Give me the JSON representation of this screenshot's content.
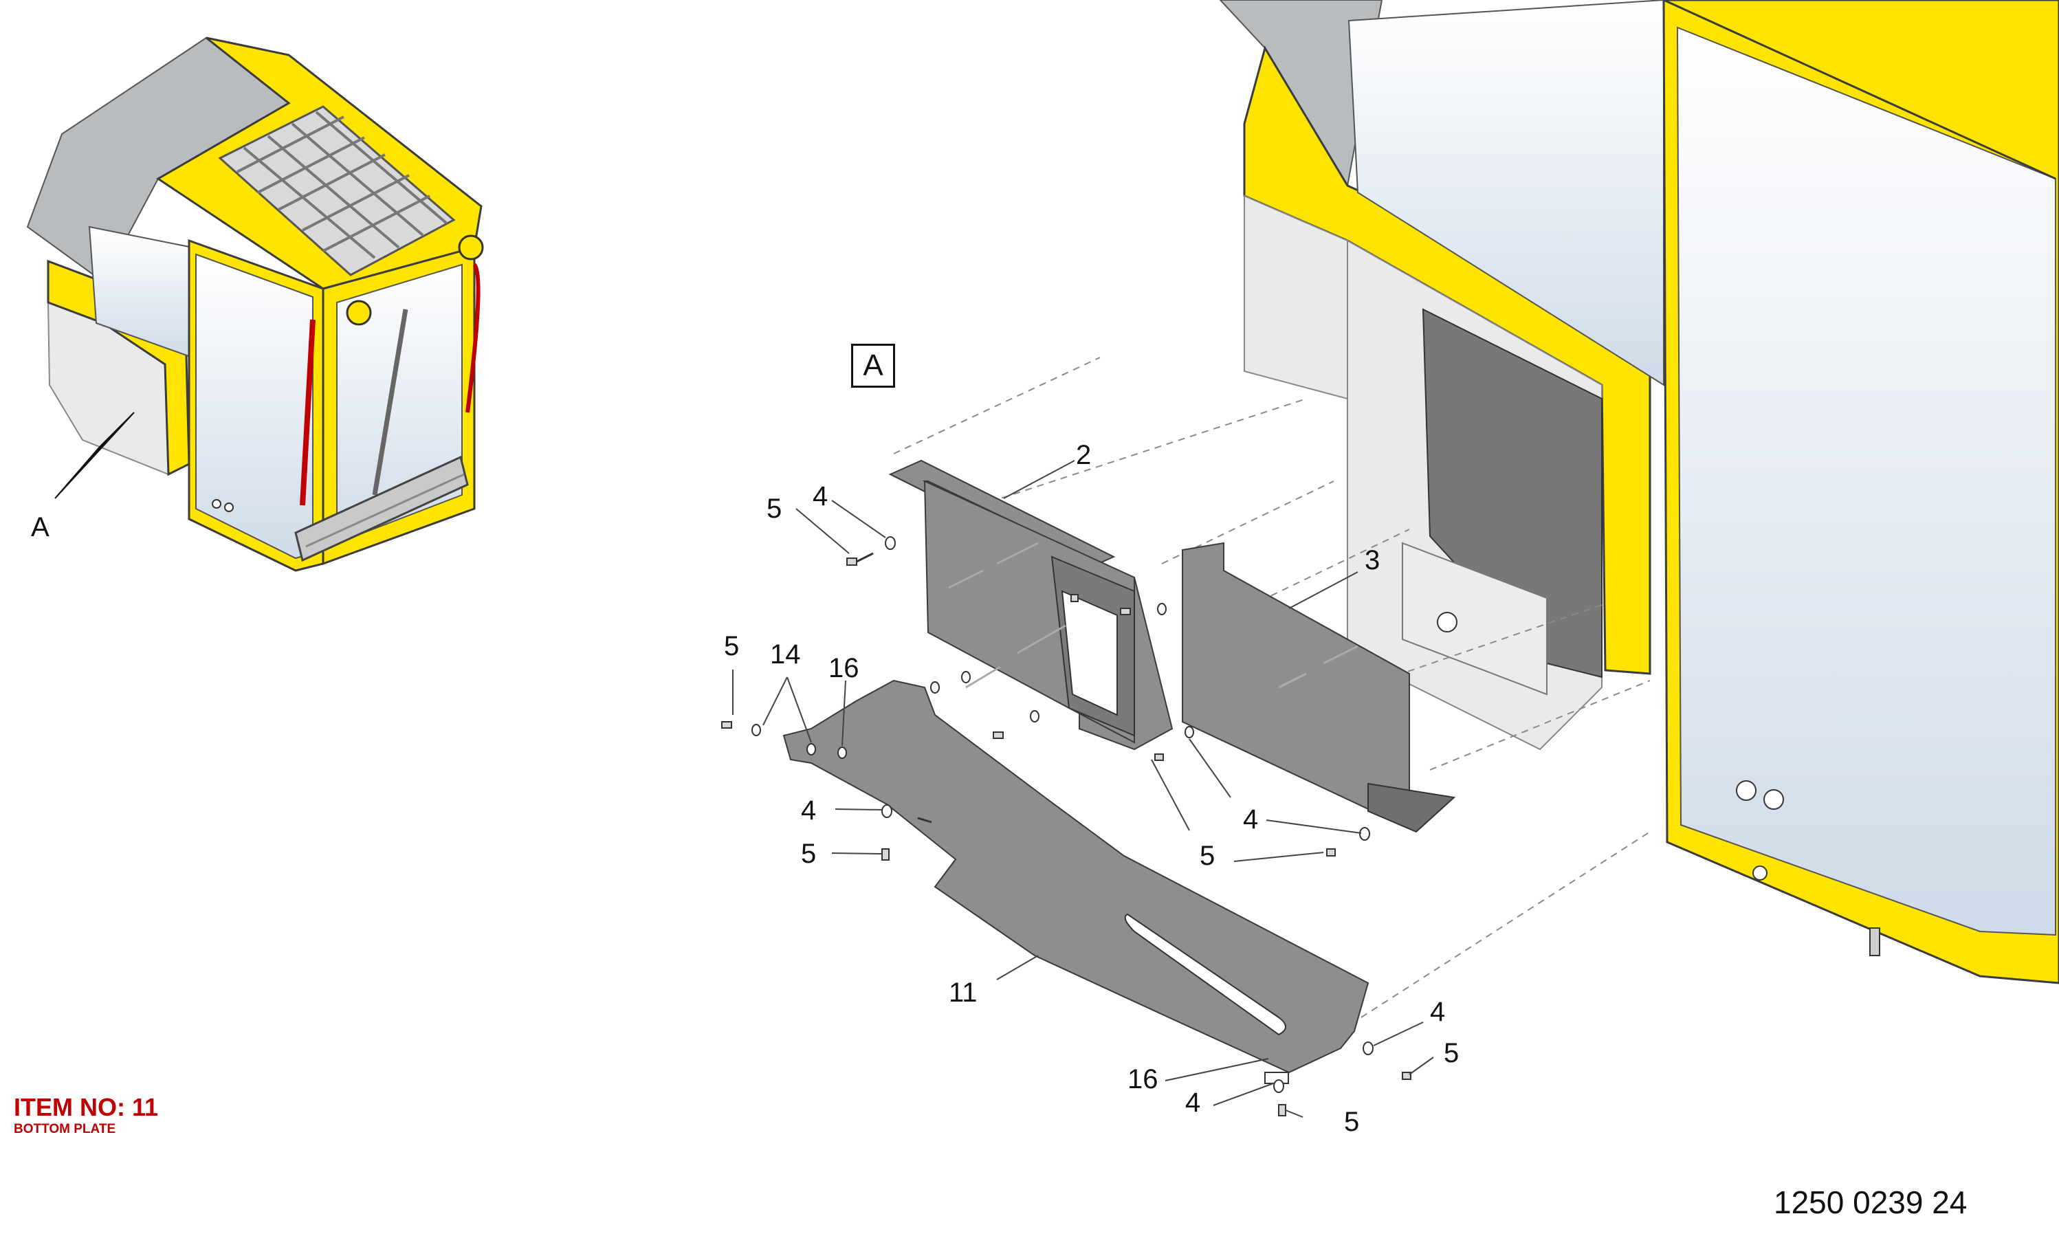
{
  "item": {
    "title": "ITEM NO: 11",
    "subtitle": "BOTTOM PLATE"
  },
  "drawing_number": "1250 0239 24",
  "view": {
    "detail_label": "A",
    "pointer_label": "A"
  },
  "callouts": {
    "c2": "2",
    "c3": "3",
    "c11": "11",
    "c14": "14",
    "c16a": "16",
    "c16b": "16",
    "c4a": "4",
    "c4b": "4",
    "c4c": "4",
    "c4d": "4",
    "c4e": "4",
    "c5a": "5",
    "c5b": "5",
    "c5c": "5",
    "c5d": "5",
    "c5e": "5",
    "c5f": "5"
  },
  "colors": {
    "cab_yellow": "#ffe400",
    "plate_grey": "#8e8e90",
    "highlight_red": "#c00000"
  },
  "icons": [
    "cab-overview-illustration",
    "view-pointer-arrow",
    "bolt-icon",
    "washer-icon"
  ]
}
